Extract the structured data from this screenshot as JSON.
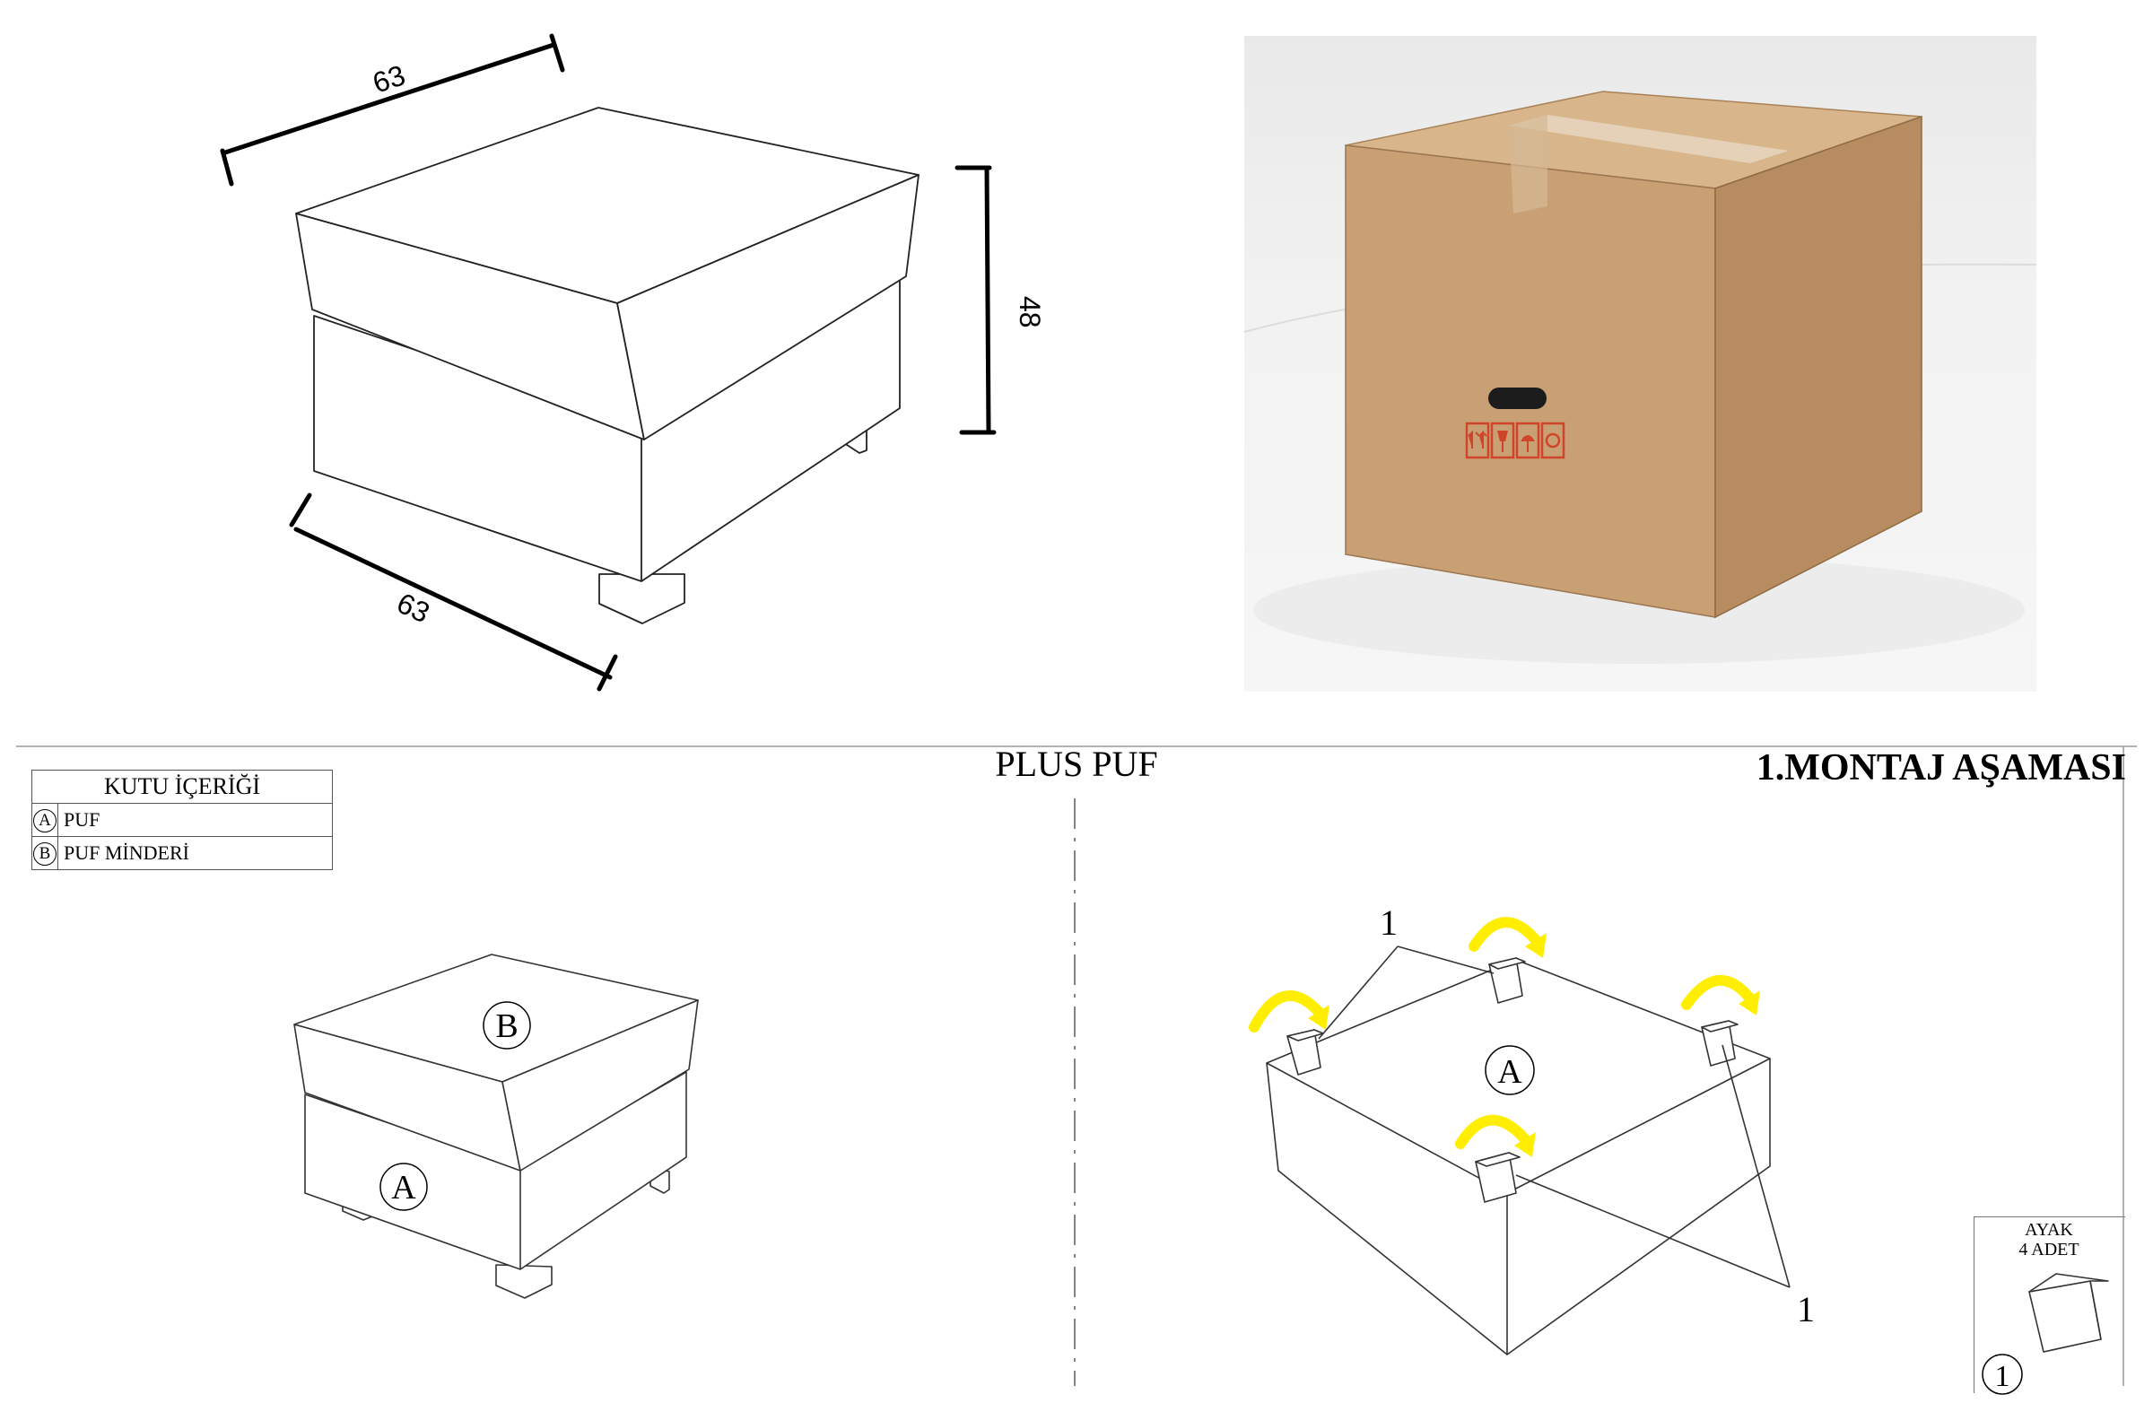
{
  "dimensions": {
    "width_top": "63",
    "depth_front": "63",
    "height": "48"
  },
  "center_title": "PLUS PUF",
  "step_title": "1.MONTAJ AŞAMASI",
  "contents_table": {
    "header": "KUTU İÇERİĞİ",
    "rows": [
      {
        "letter": "A",
        "name": "PUF"
      },
      {
        "letter": "B",
        "name": "PUF MİNDERİ"
      }
    ]
  },
  "diagram_labels": {
    "part_a": "A",
    "part_b": "B",
    "callout_top": "1",
    "callout_bottom": "1"
  },
  "legend": {
    "title": "AYAK",
    "quantity": "4 ADET",
    "number": "1"
  },
  "box_photo": {
    "icons": [
      "up-arrows-icon",
      "fragile-glass-icon",
      "umbrella-icon",
      "recycle-icon"
    ],
    "label_color": "#d0452a",
    "box_color": "#c49a6c"
  },
  "colors": {
    "arrow": "#ffee00",
    "line": "#222222"
  }
}
